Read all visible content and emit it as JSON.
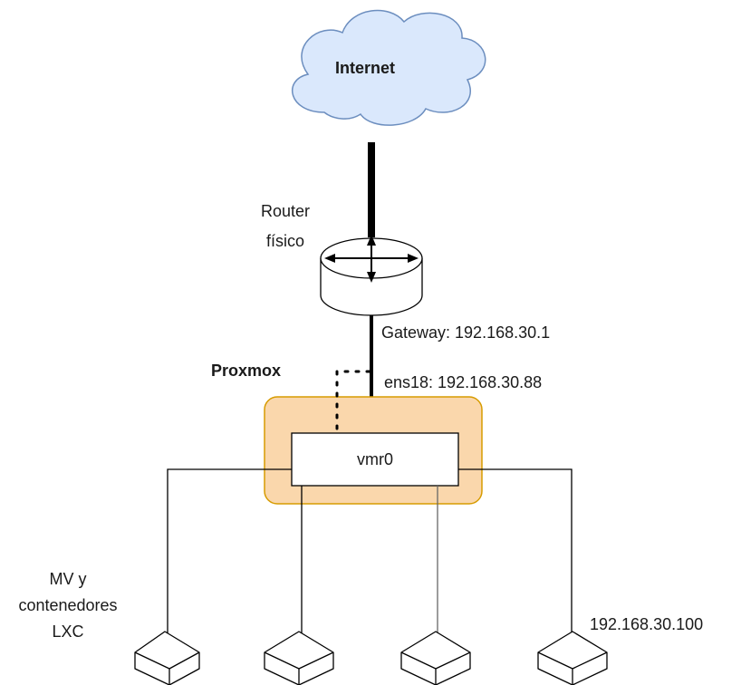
{
  "diagram": {
    "cloud": {
      "label": "Internet"
    },
    "router": {
      "label_line1": "Router",
      "label_line2": "físico"
    },
    "gateway_label": "Gateway: 192.168.30.1",
    "proxmox": {
      "label": "Proxmox"
    },
    "ens18_label": "ens18: 192.168.30.88",
    "bridge": {
      "label": "vmr0"
    },
    "clients": {
      "left_label_line1": "MV y",
      "left_label_line2": "contenedores",
      "left_label_line3": "LXC",
      "right_label": "192.168.30.100"
    },
    "colors": {
      "cloud_fill": "#dae8fc",
      "cloud_stroke": "#6c8ebf",
      "proxmox_fill": "#fad7ac",
      "proxmox_stroke": "#d79b00",
      "line": "#000000"
    }
  }
}
